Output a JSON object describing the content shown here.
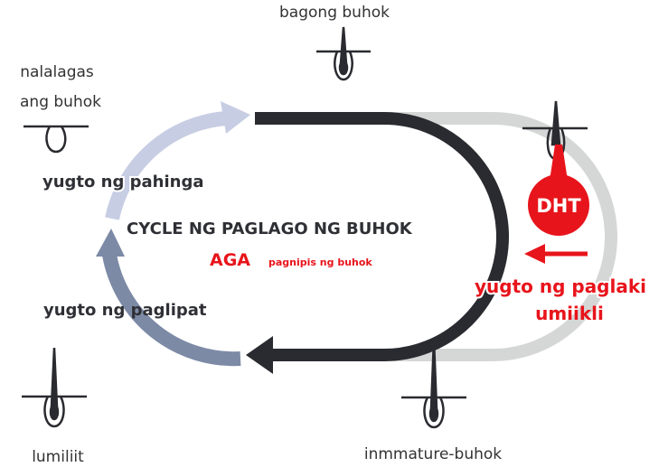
{
  "title": "CYCLE NG PAGLAGO NG BUHOK",
  "subtitle": {
    "main": "AGA",
    "detail": "pagnipis ng buhok"
  },
  "stages": {
    "rest": "yugto ng pahinga",
    "transition": "yugto ng paglipat",
    "growth": "yugto ng paglaki",
    "growth_note": "umiikli"
  },
  "hair_labels": {
    "new_hair": "bagong buhok",
    "falling_1": "nalalagas",
    "falling_2": "ang buhok",
    "shrinking": "lumiliit",
    "immature": "inmmature-buhok"
  },
  "hormone": "DHT",
  "colors": {
    "dark": "#2a2b30",
    "gray": "#d5d7d6",
    "light_blue": "#c7cde3",
    "slate": "#7c8aa6",
    "red": "#e8141b"
  }
}
